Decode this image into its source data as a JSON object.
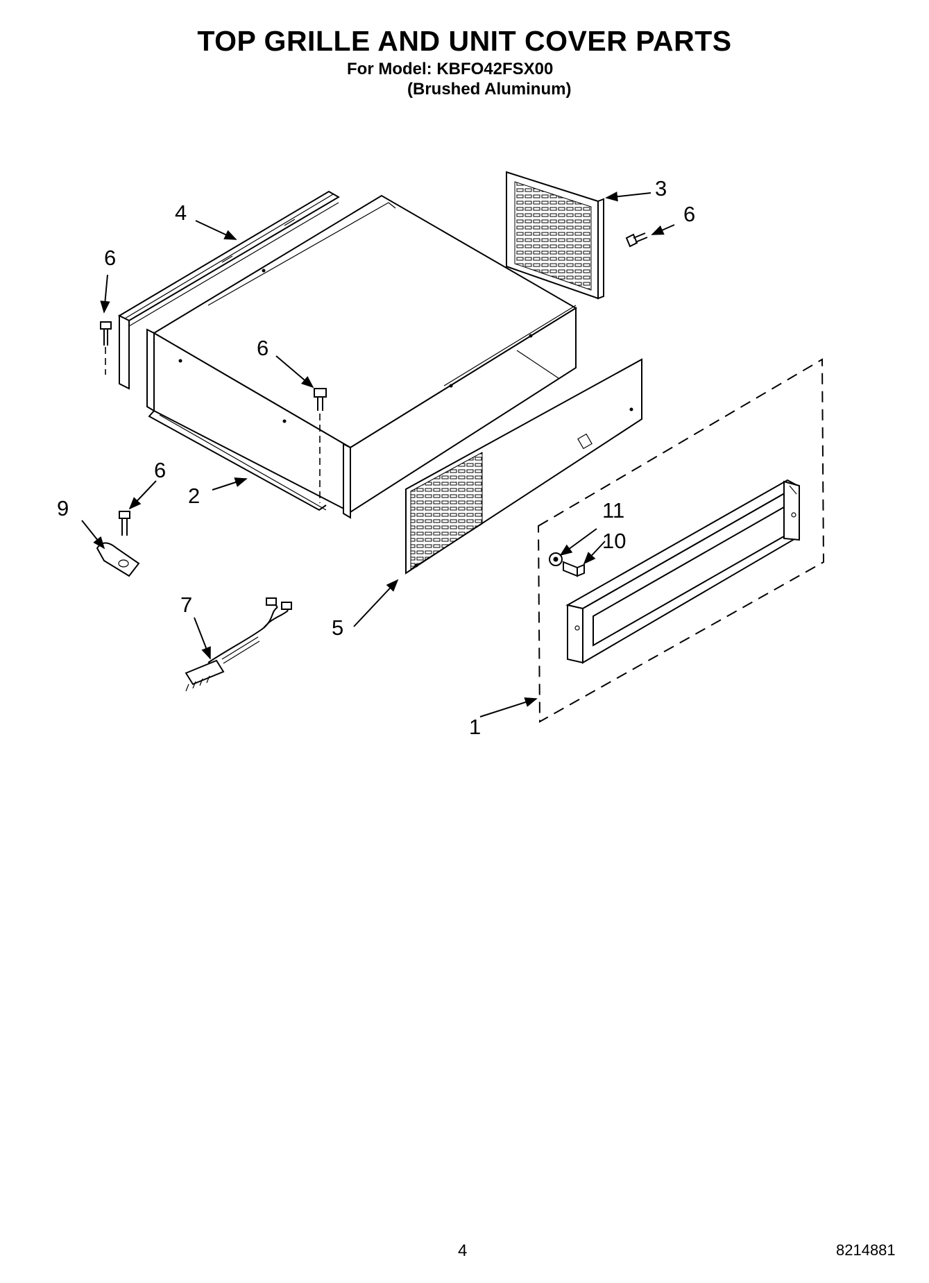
{
  "header": {
    "title": "TOP GRILLE AND UNIT COVER PARTS",
    "model": "For Model: KBFO42FSX00",
    "finish": "(Brushed Aluminum)"
  },
  "callouts": {
    "c1": "1",
    "c2": "2",
    "c3": "3",
    "c4": "4",
    "c5": "5",
    "c6a": "6",
    "c6b": "6",
    "c6c": "6",
    "c6d": "6",
    "c7": "7",
    "c9": "9",
    "c10": "10",
    "c11": "11"
  },
  "footer": {
    "page_number": "4",
    "document_number": "8214881"
  }
}
